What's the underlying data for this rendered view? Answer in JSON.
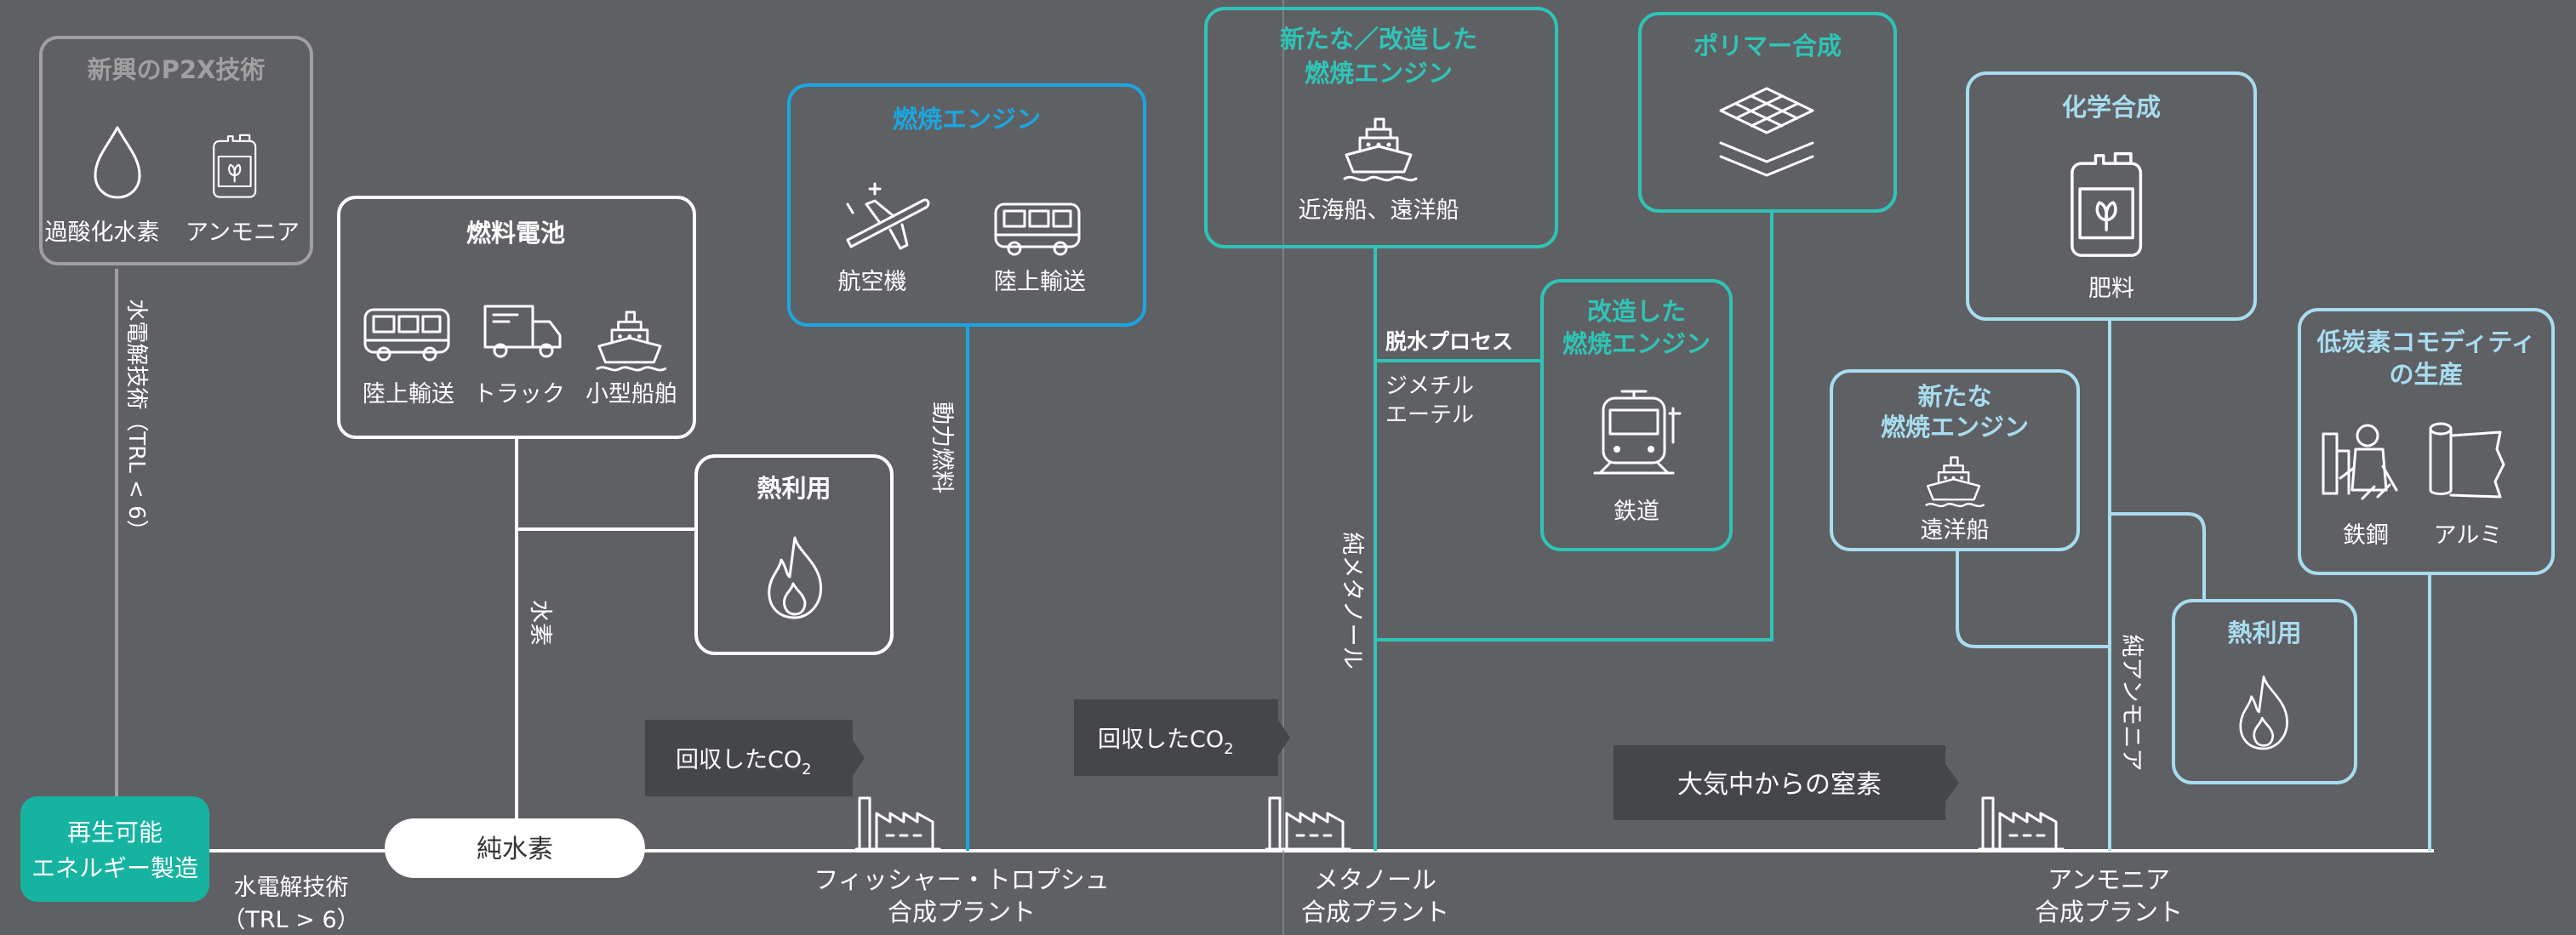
{
  "colors": {
    "background": "#5f6064",
    "blue": "#1aa6e0",
    "teal": "#2ec4b6",
    "light_blue": "#a8dcef",
    "gray": "#a0a0a0",
    "white": "#ffffff",
    "dark_label": "#45464a",
    "source_fill": "#17b3a1"
  },
  "icons": [
    "droplet-icon",
    "fertilizer-canister-icon",
    "bus-icon",
    "truck-icon",
    "ship-icon",
    "airplane-icon",
    "flame-icon",
    "polymer-layers-icon",
    "train-icon",
    "steel-worker-icon",
    "aluminum-roll-icon",
    "factory-icon"
  ],
  "source": {
    "line1": "再生可能",
    "line2": "エネルギー製造"
  },
  "pure_hydrogen": "純水素",
  "electrolysis_below": {
    "line1": "水電解技術",
    "line2": "（TRL > 6）"
  },
  "electrolysis_vertical": "水電解技術（TRL < 6）",
  "p2x": {
    "title": "新興のP2X技術",
    "items": [
      "過酸化水素",
      "アンモニア"
    ]
  },
  "fuel_cell": {
    "title": "燃料電池",
    "items": [
      "陸上輸送",
      "トラック",
      "小型船舶"
    ]
  },
  "heat_left": {
    "title": "熱利用"
  },
  "hydrogen_label": "水素",
  "combustion_blue": {
    "title": "燃焼エンジン",
    "items": [
      "航空機",
      "陸上輸送"
    ]
  },
  "power_fuel": "動力燃料",
  "co2_left": {
    "text": "回収したCO",
    "sub": "2"
  },
  "co2_mid": {
    "text": "回収したCO",
    "sub": "2"
  },
  "new_modified_engine": {
    "title1": "新たな／改造した",
    "title2": "燃焼エンジン",
    "items": [
      "近海船、遠洋船"
    ]
  },
  "polymer": {
    "title": "ポリマー合成"
  },
  "dehydration": "脱水プロセス",
  "dme": {
    "line1": "ジメチル",
    "line2": "エーテル"
  },
  "modified_engine": {
    "title1": "改造した",
    "title2": "燃焼エンジン",
    "items": [
      "鉄道"
    ]
  },
  "pure_methanol": "純メタノール",
  "chemical": {
    "title": "化学合成",
    "items": [
      "肥料"
    ]
  },
  "new_engine": {
    "title1": "新たな",
    "title2": "燃焼エンジン",
    "items": [
      "遠洋船"
    ]
  },
  "low_carbon": {
    "title1": "低炭素コモディティ",
    "title2": "の生産",
    "items": [
      "鉄鋼",
      "アルミ"
    ]
  },
  "heat_right": {
    "title": "熱利用"
  },
  "pure_ammonia": "純アンモニア",
  "nitrogen": "大気中からの窒素",
  "plants": [
    {
      "line1": "フィッシャー・トロプシュ",
      "line2": "合成プラント"
    },
    {
      "line1": "メタノール",
      "line2": "合成プラント"
    },
    {
      "line1": "アンモニア",
      "line2": "合成プラント"
    }
  ]
}
